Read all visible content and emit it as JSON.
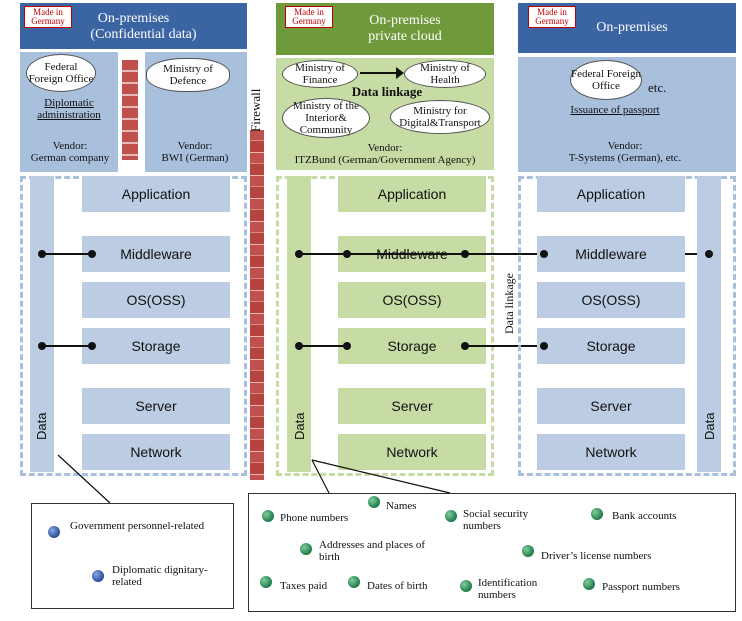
{
  "made_in_germany": "Made in Germany",
  "firewall": "Firewall",
  "data_label": "Data",
  "data_linkage_vertical": "Data linkage",
  "columns": {
    "left": {
      "title_line1": "On-premises",
      "title_line2": "(Confidential data)",
      "ministries": [
        "Federal Foreign Office",
        "Ministry of Defence"
      ],
      "underline_text": "Diplomatic administration",
      "vendor_left": "Vendor:",
      "vendor_left_name": "German company",
      "vendor_right": "Vendor:",
      "vendor_right_name": "BWI (German)"
    },
    "middle": {
      "title_line1": "On-premises",
      "title_line2": "private cloud",
      "ministries": [
        "Ministry of Finance",
        "Ministry of Health",
        "Ministry of the Interior& Community",
        "Ministry for Digital&Transport"
      ],
      "linkage": "Data linkage",
      "vendor": "Vendor:",
      "vendor_name": "ITZBund (German/Government Agency)"
    },
    "right": {
      "title_line1": "On-premises",
      "ministries": [
        "Federal Foreign Office"
      ],
      "etc": "etc.",
      "underline_text": "Issuance of passport",
      "vendor": "Vendor:",
      "vendor_name": "T-Systems (German), etc."
    }
  },
  "layers": [
    "Application",
    "Middleware",
    "OS(OSS)",
    "Storage",
    "Server",
    "Network"
  ],
  "legend_left": [
    "Government personnel-related",
    "Diplomatic dignitary-related"
  ],
  "legend_right": [
    "Phone numbers",
    "Names",
    "Social security numbers",
    "Bank accounts",
    "Addresses and places of birth",
    "Driver’s license numbers",
    "Taxes paid",
    "Dates of birth",
    "Identification numbers",
    "Passport numbers"
  ],
  "colors": {
    "header_blue": "#3b64a3",
    "header_green": "#6f9a3b",
    "light_blue": "#bccde3",
    "light_green": "#c7dba4",
    "tag_red": "#c00000",
    "firewall": "#c0504d"
  }
}
